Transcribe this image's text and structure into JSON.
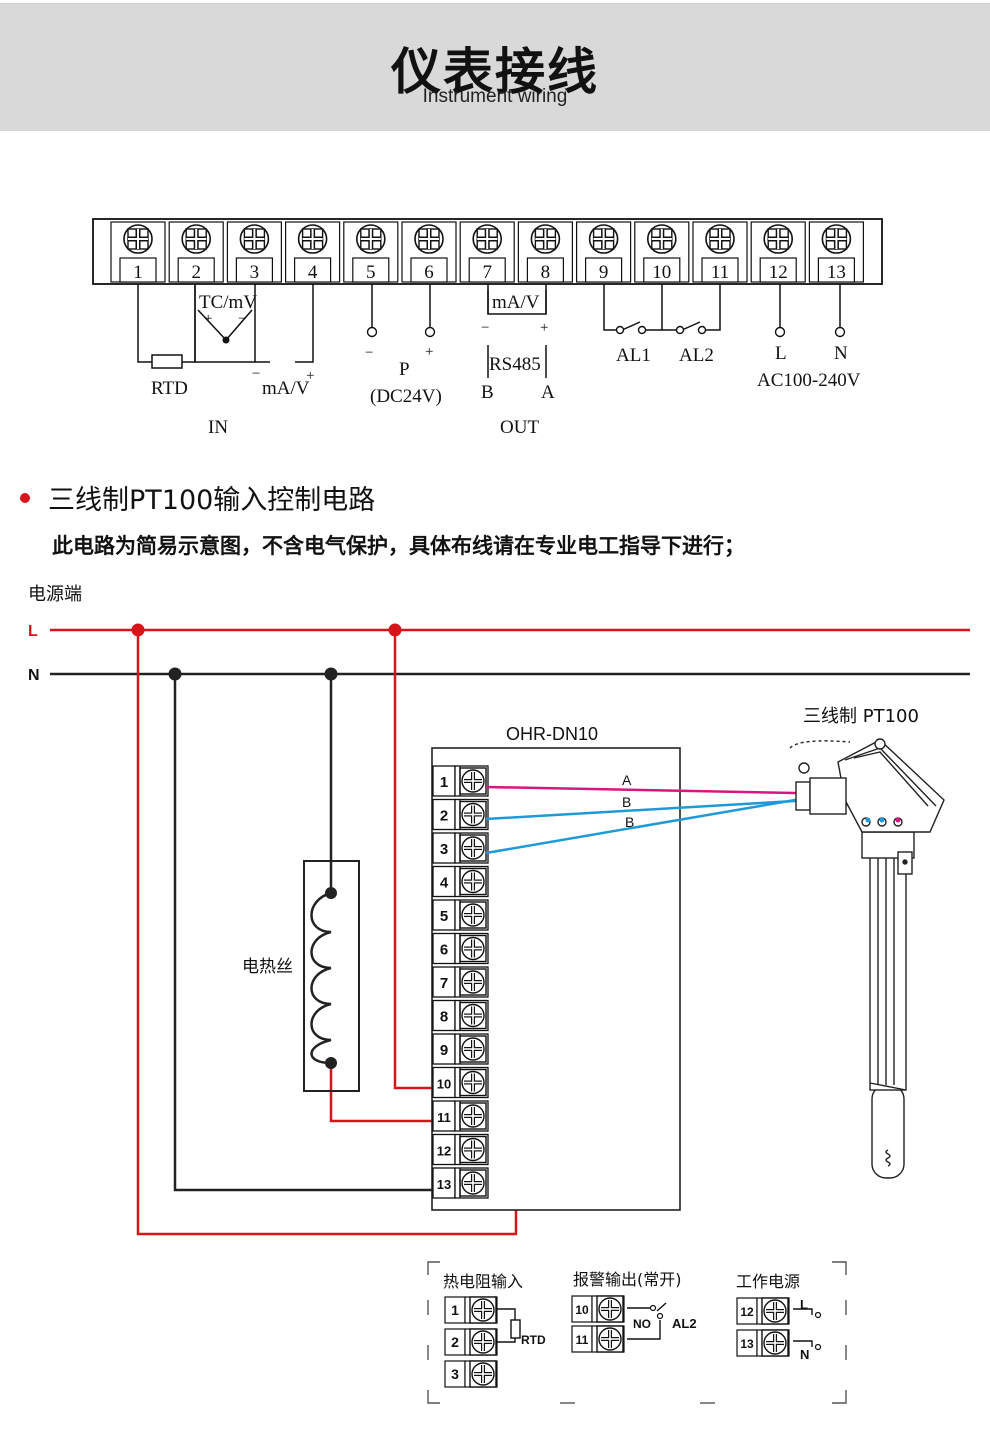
{
  "header": {
    "title": "仪表接线",
    "subtitle_en": "Instrument wiring"
  },
  "terminal_strip": {
    "numbers": [
      "1",
      "2",
      "3",
      "4",
      "5",
      "6",
      "7",
      "8",
      "9",
      "10",
      "11",
      "12",
      "13"
    ],
    "labels": {
      "tc_mv": "TC/mV",
      "plus": "+",
      "minus": "−",
      "rtd": "RTD",
      "ma_v_in": "mA/V",
      "p": "P",
      "dc24v": "(DC24V)",
      "ma_v_out": "mA/V",
      "rs485": "RS485",
      "b": "B",
      "a": "A",
      "al1": "AL1",
      "al2": "AL2",
      "l": "L",
      "n": "N",
      "ac": "AC100-240V",
      "in": "IN",
      "out": "OUT"
    }
  },
  "section": {
    "title": "三线制PT100输入控制电路",
    "note": "此电路为简易示意图，不含电气保护，具体布线请在专业电工指导下进行；"
  },
  "circuit": {
    "power_label": "电源端",
    "line_l": "L",
    "line_n": "N",
    "controller": "OHR-DN10",
    "heater": "电热丝",
    "sensor": "三线制  PT100",
    "wire_a": "A",
    "wire_b1": "B",
    "wire_b2": "B",
    "terminal_numbers": [
      "1",
      "2",
      "3",
      "4",
      "5",
      "6",
      "7",
      "8",
      "9",
      "10",
      "11",
      "12",
      "13"
    ]
  },
  "legend": {
    "rtd_title": "热电阻输入",
    "rtd_terms": [
      "1",
      "2",
      "3"
    ],
    "rtd_label": "RTD",
    "alarm_title": "报警输出(常开)",
    "alarm_terms": [
      "10",
      "11"
    ],
    "alarm_no": "NO",
    "alarm_label": "AL2",
    "power_title": "工作电源",
    "power_terms": [
      "12",
      "13"
    ],
    "power_l": "L",
    "power_n": "N"
  },
  "colors": {
    "header_bg": "#d9d9d9",
    "live_wire": "#d7141a",
    "neutral_wire": "#222222",
    "wire_a": "#d6177e",
    "wire_b": "#1e9ad6"
  }
}
